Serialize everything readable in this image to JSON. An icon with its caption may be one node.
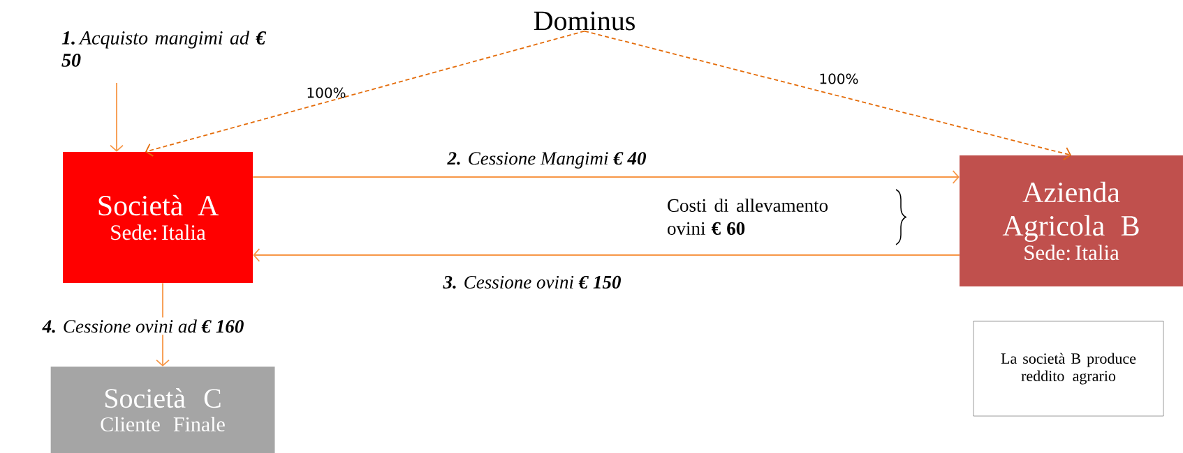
{
  "diagram": {
    "nodes": [
      {
        "text": [
          "Dominus"
        ]
      },
      {
        "text": [
          "Società A",
          "Sede: Italia"
        ]
      },
      {
        "text": [
          "Azienda Agricola B",
          "Sede: Italia"
        ]
      },
      {
        "text": [
          "Società C",
          "Cliente Finale"
        ]
      },
      {
        "text": [
          "La società B produce reddito agrario"
        ]
      },
      {
        "text": [
          "**1.** Acquisto mangimi ad **€ 50**"
        ]
      }
    ],
    "edges": [
      {
        "from": 0,
        "to": 1,
        "arrow": "to",
        "label": "100%",
        "style": "dashed",
        "color": "#e46c0a"
      },
      {
        "from": 0,
        "to": 2,
        "arrow": "to",
        "label": "100%",
        "style": "dashed",
        "color": "#e46c0a"
      },
      {
        "from": 1,
        "to": 2,
        "arrow": "to",
        "label": "**2.** Cessione Mangimi **€ 40**"
      },
      {
        "from": 2,
        "to": 1,
        "arrow": "to",
        "label": "**3.** Cessione  ovini **€ 150**"
      },
      {
        "from": 1,
        "to": 3,
        "arrow": "to",
        "label": "**4.** Cessione ovini ad **€ 160**"
      },
      {
        "from": 5,
        "to": 1,
        "arrow": "to"
      }
    ],
    "labels": [
      "Costi di allevamento ovini **€ 60**"
    ]
  }
}
